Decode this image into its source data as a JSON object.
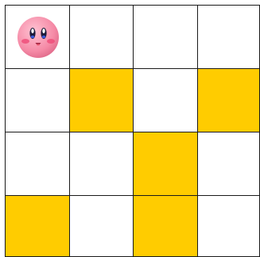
{
  "board": {
    "rows": 4,
    "cols": 4,
    "shaded_color": "#ffcc00",
    "empty_color": "#ffffff",
    "line_color": "#1a1a1a",
    "cells": [
      [
        "character",
        "empty",
        "empty",
        "empty"
      ],
      [
        "empty",
        "shaded",
        "empty",
        "shaded"
      ],
      [
        "empty",
        "empty",
        "shaded",
        "empty"
      ],
      [
        "shaded",
        "empty",
        "shaded",
        "empty"
      ]
    ],
    "character": {
      "icon": "kirby-character-icon",
      "row": 0,
      "col": 0
    }
  }
}
